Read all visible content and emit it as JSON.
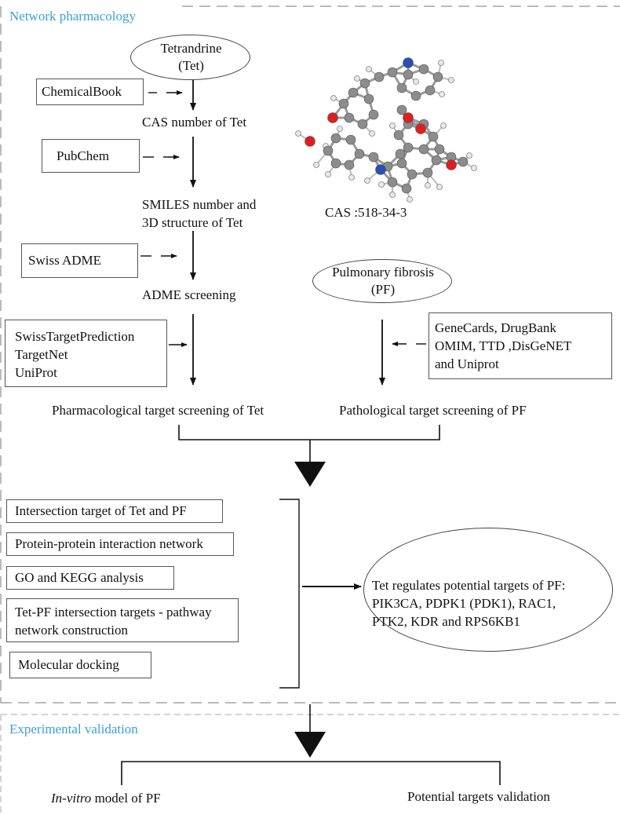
{
  "sections": {
    "network": "Network pharmacology",
    "experimental": "Experimental validation"
  },
  "left_flow": {
    "tet_name": "Tetrandrine",
    "tet_abbr": "(Tet)",
    "cas_step": "CAS number of Tet",
    "smiles_step_line1": "SMILES number and",
    "smiles_step_line2": "3D structure of Tet",
    "adme_step": "ADME screening",
    "target_step": "Pharmacological target screening of Tet"
  },
  "sources": {
    "chemicalbook": "ChemicalBook",
    "pubchem": "PubChem",
    "swissadme": "Swiss ADME",
    "targets": [
      "SwissTargetPrediction",
      "TargetNet",
      "UniProt"
    ]
  },
  "molecule": {
    "cas_label": "CAS :518-34-3"
  },
  "right_flow": {
    "pf_name": "Pulmonary fibrosis",
    "pf_abbr": "(PF)",
    "db_lines": [
      "GeneCards, DrugBank",
      "OMIM, TTD ,DisGeNET",
      "and Uniprot"
    ],
    "target_step": "Pathological target screening of PF"
  },
  "analysis_steps": [
    "Intersection target of Tet and PF",
    "Protein-protein interaction network",
    "GO and KEGG analysis",
    "Tet-PF intersection targets - pathway",
    "network construction",
    "Molecular docking"
  ],
  "result": {
    "lines": [
      "Tet regulates potential targets of PF:",
      "PIK3CA, PDPK1 (PDK1), RAC1,",
      "PTK2, KDR and RPS6KB1"
    ]
  },
  "validation": {
    "left_italic": "In-vitro",
    "left_rest": " model of PF",
    "right": "Potential targets validation"
  },
  "colors": {
    "section_title": "#3a9fd6",
    "atom_carbon": "#8c8c8c",
    "atom_oxygen": "#dd1f1f",
    "atom_nitrogen": "#2b4fb5",
    "atom_hydrogen": "#e8e8e8"
  }
}
